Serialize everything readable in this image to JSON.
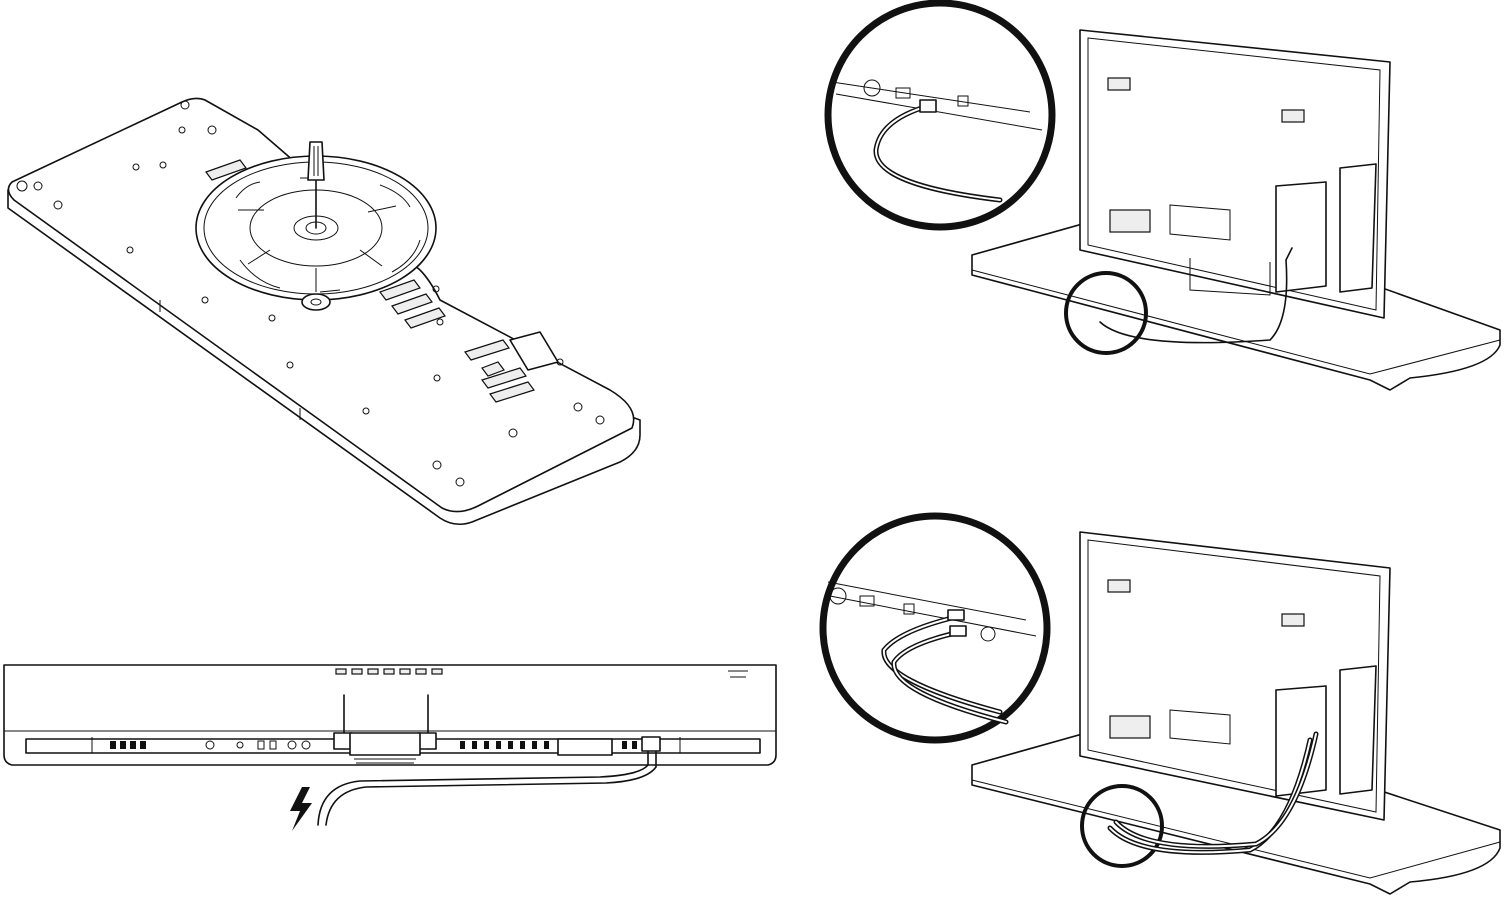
{
  "figures": [
    {
      "id": "base-plate-mounting",
      "caption": ""
    },
    {
      "id": "soundbar-rear-power",
      "caption": ""
    },
    {
      "id": "tv-optical-connection",
      "caption": ""
    },
    {
      "id": "tv-analog-connection",
      "caption": ""
    }
  ],
  "icons": [
    "screwdriver-icon",
    "power-bolt-icon"
  ],
  "colors": {
    "line": "#111111",
    "background": "#ffffff"
  }
}
